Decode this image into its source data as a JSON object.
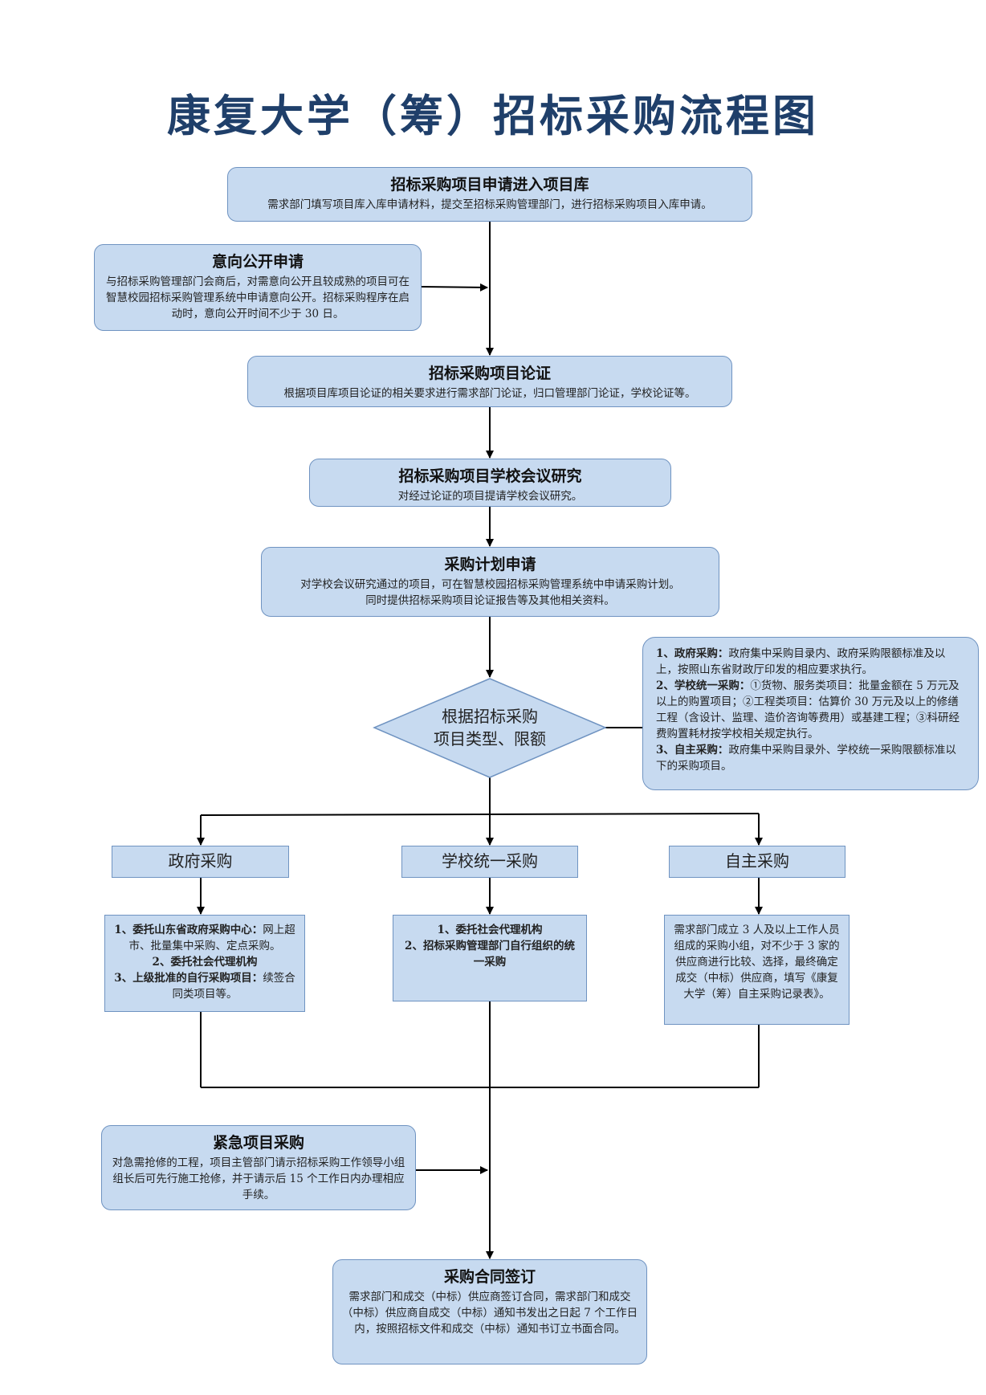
{
  "title": "康复大学（筹）招标采购流程图",
  "steps": {
    "s1": {
      "head": "招标采购项目申请进入项目库",
      "body": "需求部门填写项目库入库申请材料，提交至招标采购管理部门，进行招标采购项目入库申请。"
    },
    "intent": {
      "head": "意向公开申请",
      "body": "与招标采购管理部门会商后，对需意向公开且较成熟的项目可在智慧校园招标采购管理系统中申请意向公开。招标采购程序在启动时，意向公开时间不少于 30 日。"
    },
    "s2": {
      "head": "招标采购项目论证",
      "body": "根据项目库项目论证的相关要求进行需求部门论证，归口管理部门论证，学校论证等。"
    },
    "s3": {
      "head": "招标采购项目学校会议研究",
      "body": "对经过论证的项目提请学校会议研究。"
    },
    "s4": {
      "head": "采购计划申请",
      "body1": "对学校会议研究通过的项目，可在智慧校园招标采购管理系统中申请采购计划。",
      "body2": "同时提供招标采购项目论证报告等及其他相关资料。"
    },
    "decision": {
      "line1": "根据招标采购",
      "line2": "项目类型、限额"
    },
    "emergency": {
      "head": "紧急项目采购",
      "body": "对急需抢修的工程，项目主管部门请示招标采购工作领导小组组长后可先行施工抢修，并于请示后 15 个工作日内办理相应手续。"
    },
    "contract": {
      "head": "采购合同签订",
      "body": "需求部门和成交（中标）供应商签订合同，需求部门和成交（中标）供应商自成交（中标）通知书发出之日起 7 个工作日内，按照招标文件和成交（中标）通知书订立书面合同。"
    }
  },
  "note": {
    "i1_k": "1、政府采购：",
    "i1_v": "政府集中采购目录内、政府采购限额标准及以上，按照山东省财政厅印发的相应要求执行。",
    "i2_k": "2、学校统一采购：",
    "i2_v": "①货物、服务类项目：批量金额在 5 万元及以上的购置项目；②工程类项目：估算价 30 万元及以上的修缮工程（含设计、监理、造价咨询等费用）或基建工程；③科研经费购置耗材按学校相关规定执行。",
    "i3_k": "3、自主采购：",
    "i3_v": "政府集中采购目录外、学校统一采购限额标准以下的采购项目。"
  },
  "categories": {
    "gov": "政府采购",
    "school": "学校统一采购",
    "self": "自主采购"
  },
  "gov_detail": {
    "l1_k": "1、委托山东省政府采购中心：",
    "l1_v": "网上超市、批量集中采购、定点采购。",
    "l2": "2、委托社会代理机构",
    "l3_k": "3、上级批准的自行采购项目：",
    "l3_v": "续签合同类项目等。"
  },
  "school_detail": {
    "l1": "1、委托社会代理机构",
    "l2": "2、招标采购管理部门自行组织的统一采购"
  },
  "self_detail": {
    "text": "需求部门成立 3 人及以上工作人员组成的采购小组，对不少于 3 家的供应商进行比较、选择，最终确定成交（中标）供应商，填写《康复大学（筹）自主采购记录表》。"
  }
}
